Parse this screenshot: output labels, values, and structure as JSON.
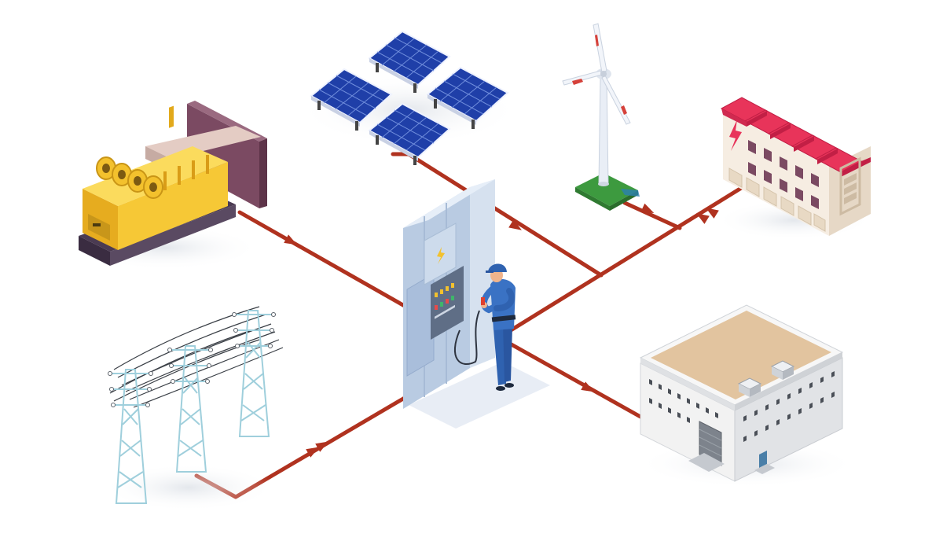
{
  "colors": {
    "background": "#ffffff",
    "power_line": "#b0321f",
    "generator_yellow": "#f4c531",
    "solar_blue": "#1f3fa8",
    "turbine_white": "#eef2f8",
    "turbine_stripe": "#d5413a",
    "battery_roof": "#e8345a",
    "building_roof": "#e2c49f",
    "cabinet_blue": "#b9cbe2",
    "worker_blue": "#2f62b0",
    "pylon_blue": "#bfe0ea"
  },
  "icons": [
    "diesel-generator-icon",
    "solar-panel-array-icon",
    "wind-turbine-icon",
    "battery-storage-icon",
    "power-grid-pylons-icon",
    "consumer-building-icon",
    "electrical-switchboard-icon",
    "technician-icon",
    "lightning-bolt-icon",
    "flow-arrow-icon"
  ],
  "flow": [
    {
      "from": "diesel-generator",
      "to": "switchboard"
    },
    {
      "from": "solar-panels",
      "to": "switchboard"
    },
    {
      "from": "wind-turbine",
      "to": "switchboard"
    },
    {
      "from": "battery-storage",
      "to": "switchboard"
    },
    {
      "from": "power-grid",
      "to": "switchboard"
    },
    {
      "from": "switchboard",
      "to": "building"
    }
  ]
}
